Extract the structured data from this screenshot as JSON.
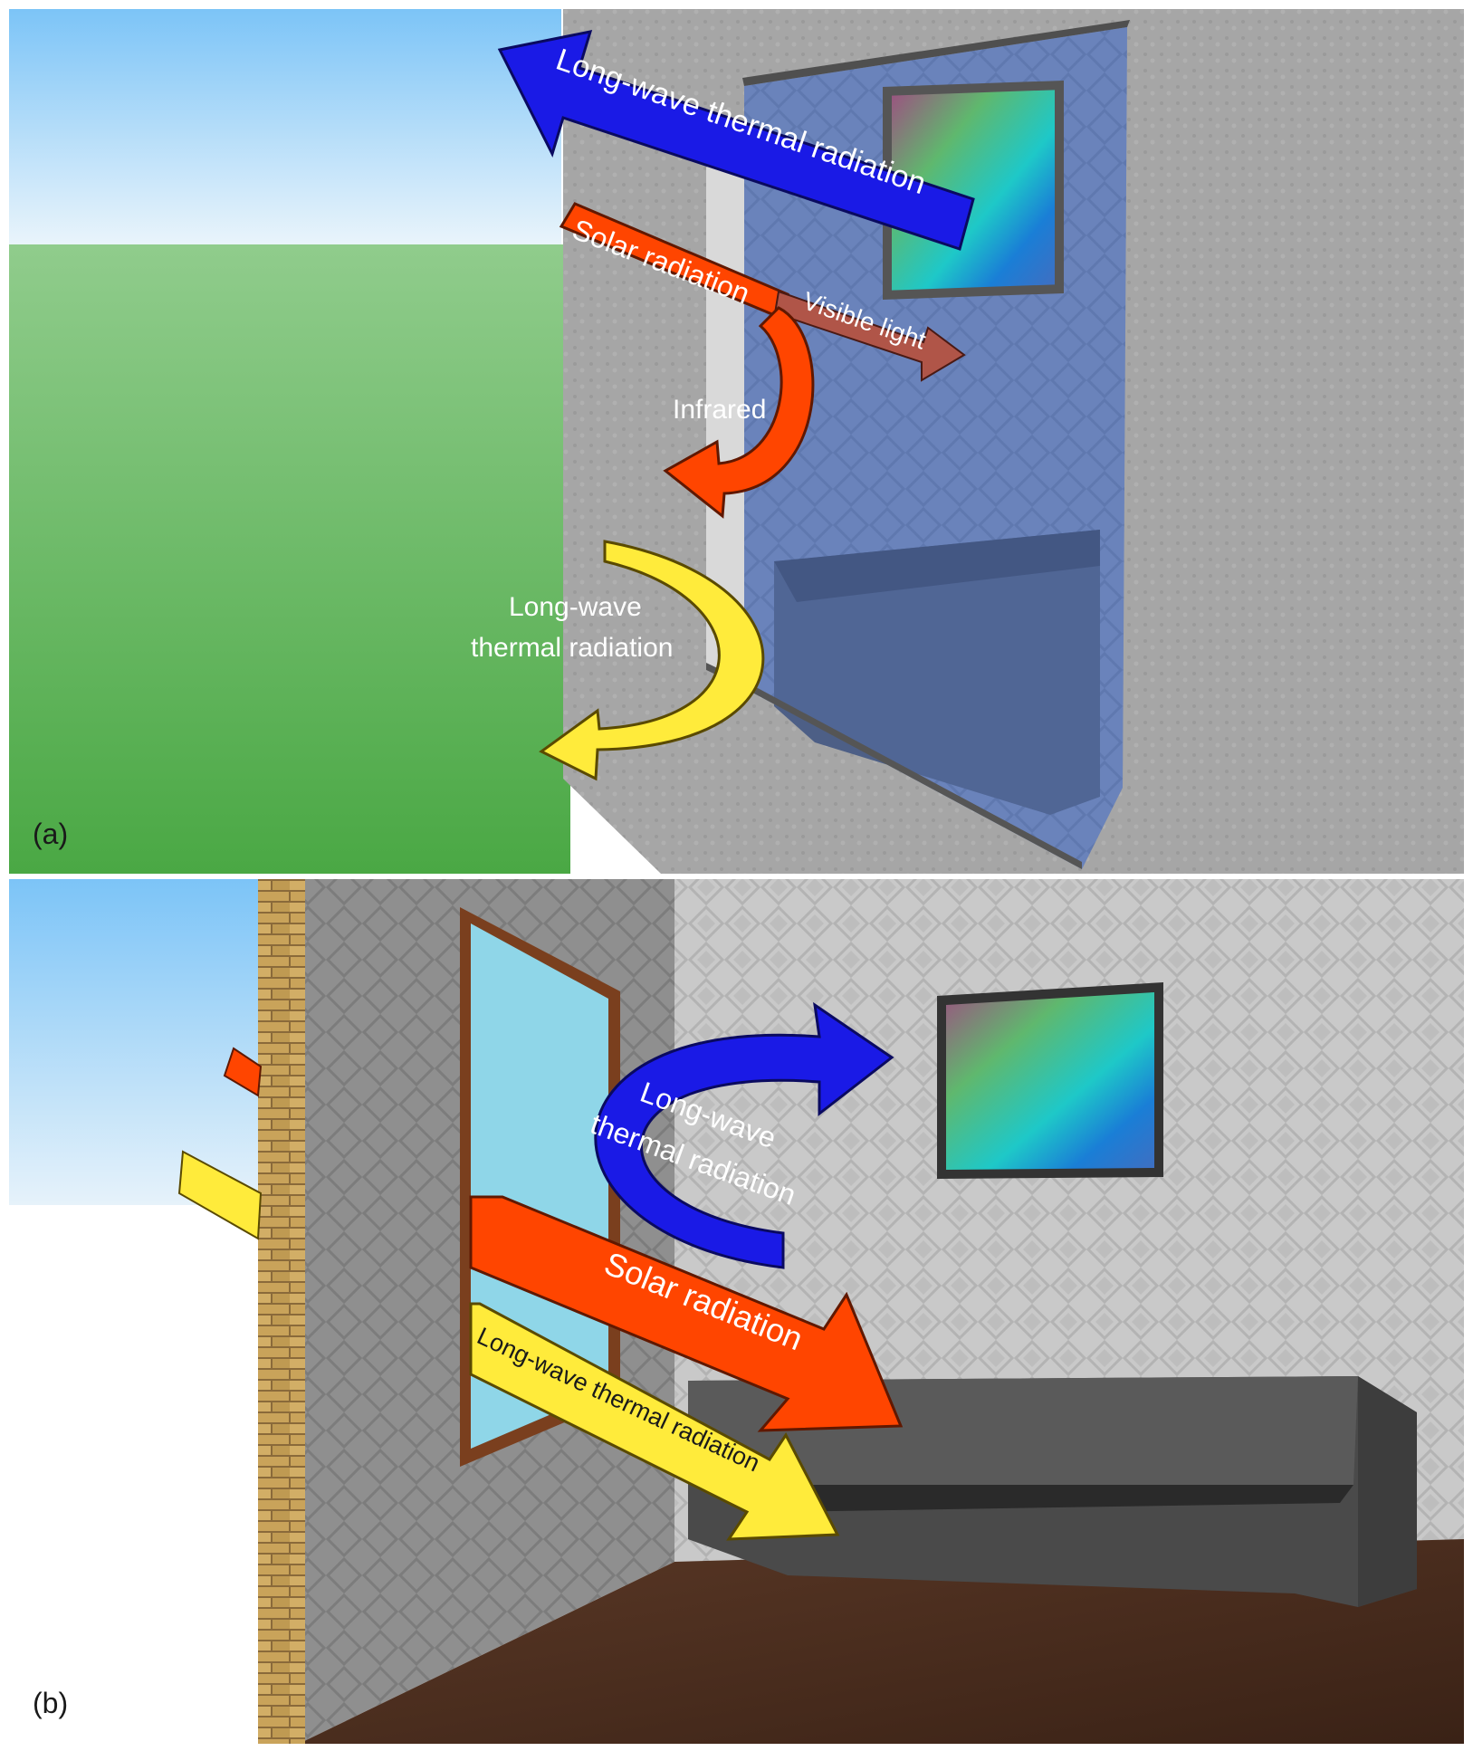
{
  "panel_a": {
    "tag": "(a)",
    "labels": {
      "long_wave_out": "Long-wave thermal radiation",
      "solar": "Solar radiation",
      "visible": "Visible light",
      "infrared": "Infrared",
      "long_wave_reflect_line1": "Long-wave",
      "long_wave_reflect_line2": "thermal radiation"
    }
  },
  "panel_b": {
    "tag": "(b)",
    "labels": {
      "long_wave_in_line1": "Long-wave",
      "long_wave_in_line2": "thermal radiation",
      "solar": "Solar radiation",
      "long_wave_through": "Long-wave thermal radiation"
    }
  },
  "colors": {
    "blue_arrow": "#1a1ae6",
    "red_arrow": "#ff4500",
    "yellow_arrow": "#ffeb3b",
    "visible_arrow": "#c0504d",
    "sky": "#87cefa",
    "grass": "#5bb450",
    "wall": "#a9a9a9",
    "floor": "#4a2e1c"
  }
}
